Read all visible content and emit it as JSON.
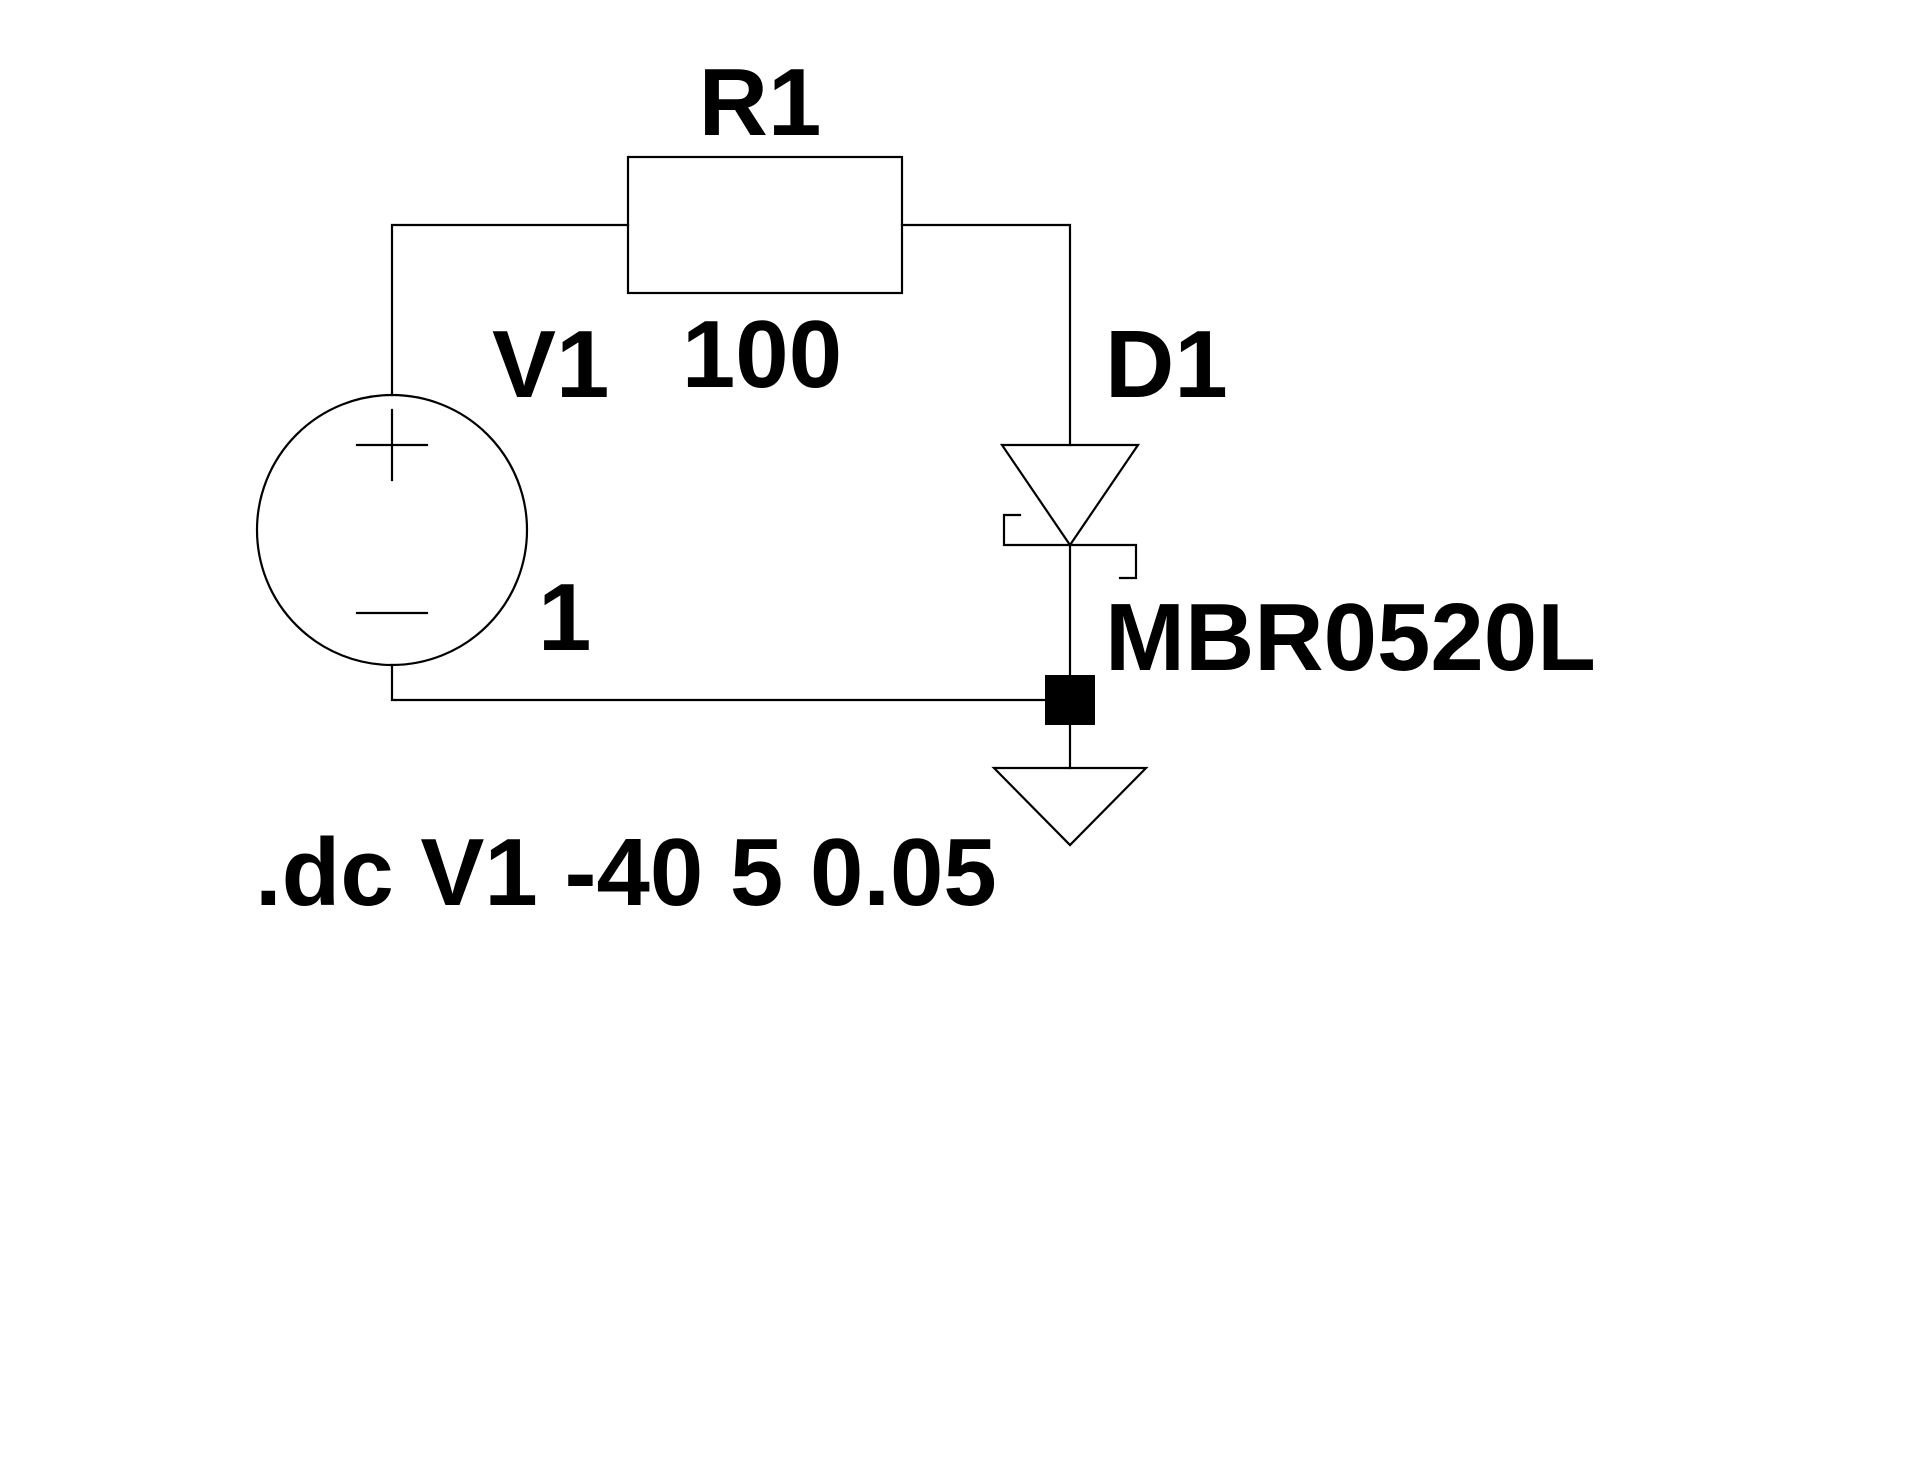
{
  "colors": {
    "background": "#ffffff",
    "ink": "#000000"
  },
  "components": {
    "resistor": {
      "ref": "R1",
      "value": "100"
    },
    "source": {
      "ref": "V1",
      "value": "1"
    },
    "diode": {
      "ref": "D1",
      "model": "MBR0520L"
    },
    "ground": {
      "icon": "ground-icon"
    }
  },
  "directive": ".dc V1 -40 5 0.05"
}
